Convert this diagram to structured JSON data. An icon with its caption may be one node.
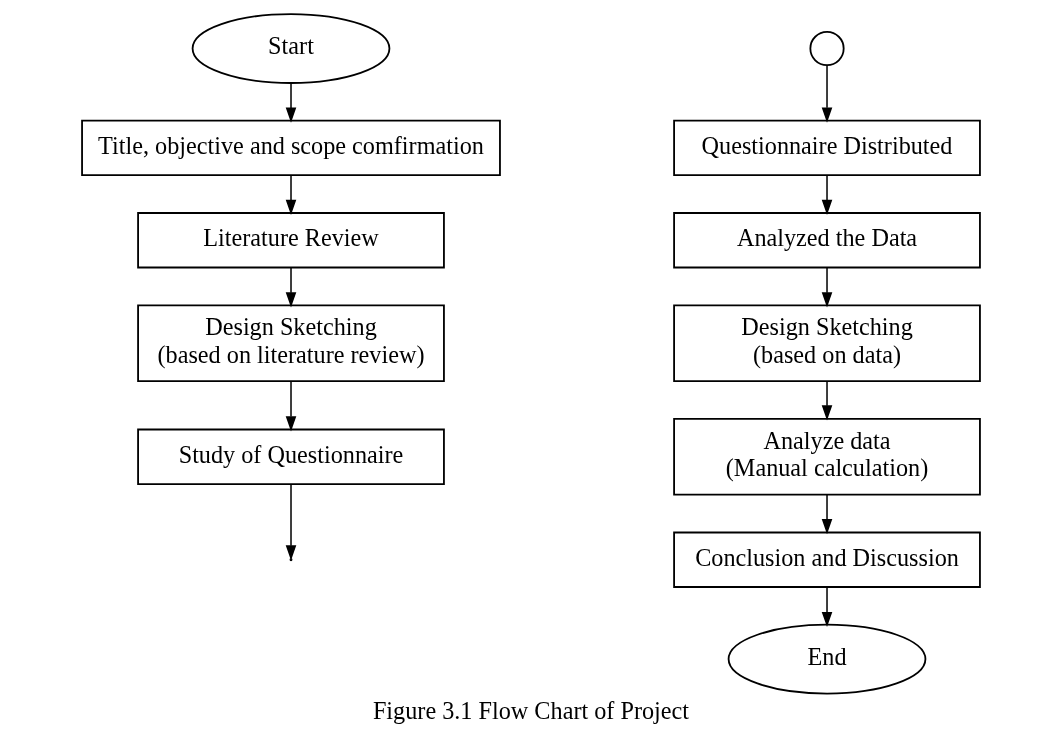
{
  "diagram": {
    "caption": "Figure 3.1 Flow Chart of Project",
    "nodes": [
      {
        "text": [
          "Start"
        ]
      },
      {
        "text": [
          "Title, objective and scope comfirmation"
        ]
      },
      {
        "text": [
          "Literature Review"
        ]
      },
      {
        "text": [
          "Design Sketching",
          "(based on literature review)"
        ]
      },
      {
        "text": [
          "Study of Questionnaire"
        ]
      },
      {
        "text": [],
        "shape": "circle"
      },
      {
        "text": [
          "Questionnaire Distributed"
        ]
      },
      {
        "text": [
          "Analyzed the Data"
        ]
      },
      {
        "text": [
          "Design Sketching",
          "(based on data)"
        ]
      },
      {
        "text": [
          "Analyze data",
          "(Manual calculation)"
        ]
      },
      {
        "text": [
          "Conclusion and Discussion"
        ]
      },
      {
        "text": [
          "End"
        ]
      }
    ],
    "edges": [
      {
        "from": 0,
        "to": 1,
        "arrow": "to"
      },
      {
        "from": 1,
        "to": 2,
        "arrow": "to"
      },
      {
        "from": 2,
        "to": 3,
        "arrow": "to"
      },
      {
        "from": 3,
        "to": 4,
        "arrow": "to"
      },
      {
        "from": 4,
        "to": null,
        "arrow": "to"
      },
      {
        "from": 5,
        "to": 6,
        "arrow": "to"
      },
      {
        "from": 6,
        "to": 7,
        "arrow": "to"
      },
      {
        "from": 7,
        "to": 8,
        "arrow": "to"
      },
      {
        "from": 8,
        "to": 9,
        "arrow": "to"
      },
      {
        "from": 9,
        "to": 10,
        "arrow": "to"
      },
      {
        "from": 10,
        "to": 11,
        "arrow": "to"
      }
    ]
  }
}
